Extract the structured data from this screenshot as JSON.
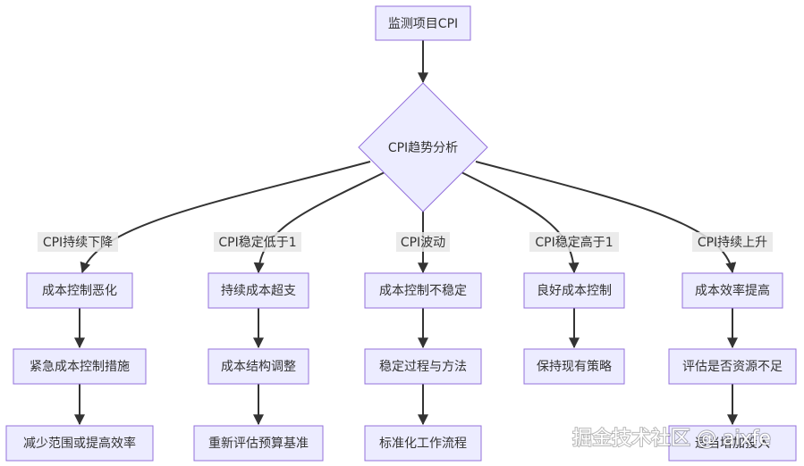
{
  "root": "监测项目CPI",
  "decision": "CPI趋势分析",
  "branches": [
    {
      "label": "CPI持续下降",
      "steps": [
        "成本控制恶化",
        "紧急成本控制措施",
        "减少范围或提高效率"
      ]
    },
    {
      "label": "CPI稳定低于1",
      "steps": [
        "持续成本超支",
        "成本结构调整",
        "重新评估预算基准"
      ]
    },
    {
      "label": "CPI波动",
      "steps": [
        "成本控制不稳定",
        "稳定过程与方法",
        "标准化工作流程"
      ]
    },
    {
      "label": "CPI稳定高于1",
      "steps": [
        "良好成本控制",
        "保持现有策略"
      ]
    },
    {
      "label": "CPI持续上升",
      "steps": [
        "成本效率提高",
        "评估是否资源不足",
        "适当增加投入"
      ]
    }
  ],
  "watermark": "掘金技术社区 @ aixfe",
  "colors": {
    "node_fill": "#ececff",
    "node_stroke": "#9370db",
    "edge": "#333333",
    "label_bg": "#e8e8e8"
  }
}
